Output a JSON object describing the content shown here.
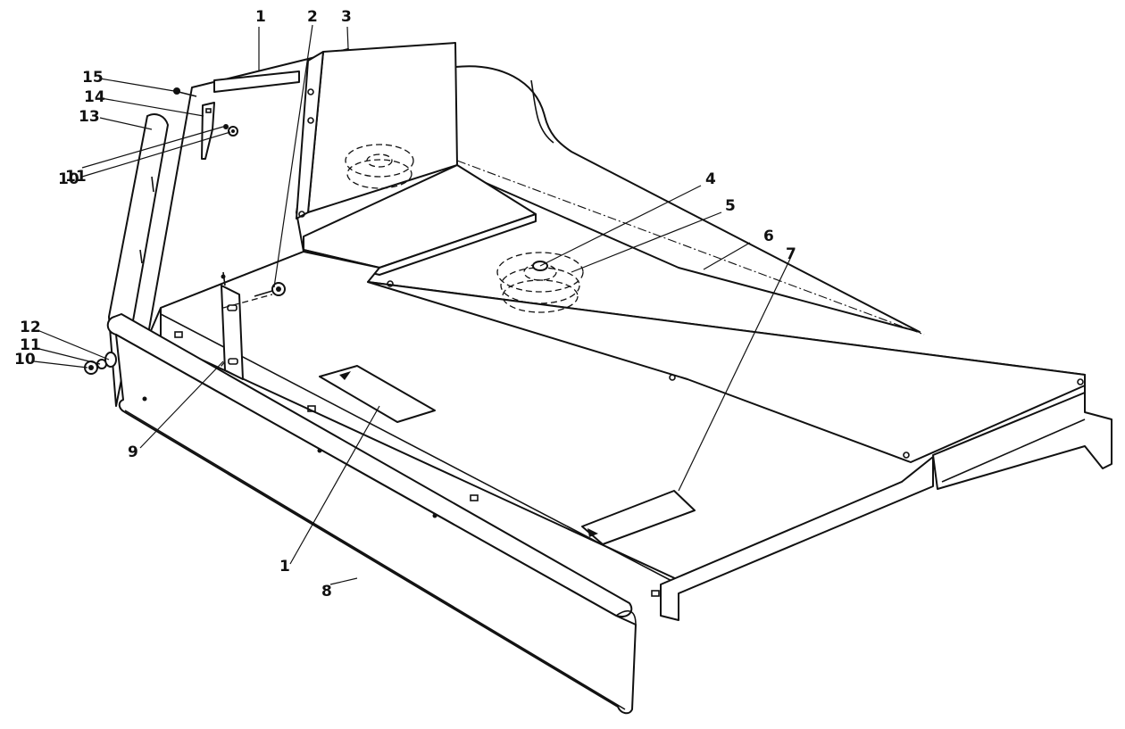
{
  "callouts": [
    {
      "id": "c1a",
      "label": "1"
    },
    {
      "id": "c2",
      "label": "2"
    },
    {
      "id": "c3",
      "label": "3"
    },
    {
      "id": "c4",
      "label": "4"
    },
    {
      "id": "c5",
      "label": "5"
    },
    {
      "id": "c6",
      "label": "6"
    },
    {
      "id": "c7",
      "label": "7"
    },
    {
      "id": "c15",
      "label": "15"
    },
    {
      "id": "c14",
      "label": "14"
    },
    {
      "id": "c13",
      "label": "13"
    },
    {
      "id": "c11a",
      "label": "11"
    },
    {
      "id": "c10a",
      "label": "10"
    },
    {
      "id": "c12",
      "label": "12"
    },
    {
      "id": "c11b",
      "label": "11"
    },
    {
      "id": "c10b",
      "label": "10"
    },
    {
      "id": "c9",
      "label": "9"
    },
    {
      "id": "c1b",
      "label": "1"
    },
    {
      "id": "c8",
      "label": "8"
    }
  ]
}
